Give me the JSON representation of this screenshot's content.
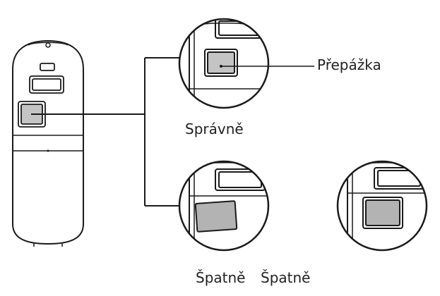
{
  "labels": {
    "partition": "Přepážka",
    "correct": "Správně",
    "wrong_1": "Špatně",
    "wrong_2": "Špatně"
  },
  "colors": {
    "stroke": "#1a1a1a",
    "partition_fill": "#c4c4c4",
    "partition_fill_dark": "#b3b3b3",
    "background": "#ffffff"
  }
}
